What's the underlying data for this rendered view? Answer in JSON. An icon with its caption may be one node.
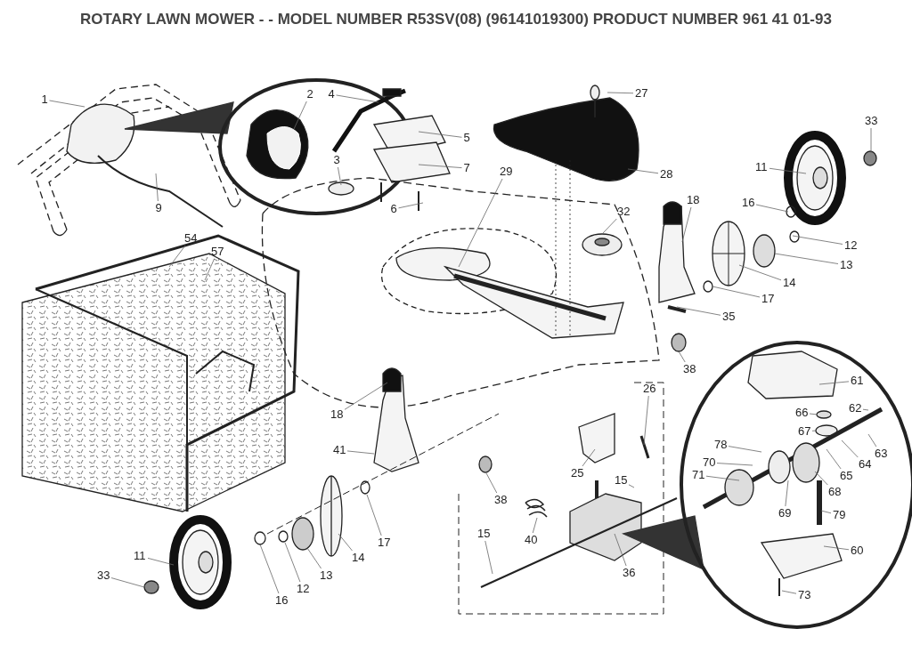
{
  "diagram": {
    "title": "ROTARY LAWN MOWER - - MODEL NUMBER  R53SV(08)  (96141019300) PRODUCT NUMBER 961 41 01-93",
    "nodes": [
      {
        "text": [
          "1"
        ]
      },
      {
        "text": [
          "2"
        ]
      },
      {
        "text": [
          "4"
        ]
      },
      {
        "text": [
          "27"
        ]
      },
      {
        "text": [
          "33"
        ]
      },
      {
        "text": [
          "5"
        ]
      },
      {
        "text": [
          "3"
        ]
      },
      {
        "text": [
          "9"
        ]
      },
      {
        "text": [
          "7"
        ]
      },
      {
        "text": [
          "28"
        ]
      },
      {
        "text": [
          "29"
        ]
      },
      {
        "text": [
          "11"
        ]
      },
      {
        "text": [
          "16"
        ]
      },
      {
        "text": [
          "6"
        ]
      },
      {
        "text": [
          "18"
        ]
      },
      {
        "text": [
          "32"
        ]
      },
      {
        "text": [
          "12"
        ]
      },
      {
        "text": [
          "54"
        ]
      },
      {
        "text": [
          "57"
        ]
      },
      {
        "text": [
          "13"
        ]
      },
      {
        "text": [
          "14"
        ]
      },
      {
        "text": [
          "17"
        ]
      },
      {
        "text": [
          "35"
        ]
      },
      {
        "text": [
          "38"
        ]
      },
      {
        "text": [
          "61"
        ]
      },
      {
        "text": [
          "66"
        ]
      },
      {
        "text": [
          "62"
        ]
      },
      {
        "text": [
          "67"
        ]
      },
      {
        "text": [
          "26"
        ]
      },
      {
        "text": [
          "18"
        ]
      },
      {
        "text": [
          "78"
        ]
      },
      {
        "text": [
          "63"
        ]
      },
      {
        "text": [
          "64"
        ]
      },
      {
        "text": [
          "65"
        ]
      },
      {
        "text": [
          "41"
        ]
      },
      {
        "text": [
          "70"
        ]
      },
      {
        "text": [
          "25"
        ]
      },
      {
        "text": [
          "15"
        ]
      },
      {
        "text": [
          "71"
        ]
      },
      {
        "text": [
          "68"
        ]
      },
      {
        "text": [
          "38"
        ]
      },
      {
        "text": [
          "69"
        ]
      },
      {
        "text": [
          "79"
        ]
      },
      {
        "text": [
          "40"
        ]
      },
      {
        "text": [
          "15"
        ]
      },
      {
        "text": [
          "60"
        ]
      },
      {
        "text": [
          "11"
        ]
      },
      {
        "text": [
          "17"
        ]
      },
      {
        "text": [
          "14"
        ]
      },
      {
        "text": [
          "12"
        ]
      },
      {
        "text": [
          "13"
        ]
      },
      {
        "text": [
          "16"
        ]
      },
      {
        "text": [
          "36"
        ]
      },
      {
        "text": [
          "33"
        ]
      },
      {
        "text": [
          "73"
        ]
      }
    ],
    "edges": [
      {
        "from": 0,
        "to": null,
        "arrow": "none"
      },
      {
        "from": 1,
        "to": null,
        "arrow": "none"
      },
      {
        "from": 2,
        "to": null,
        "arrow": "none"
      },
      {
        "from": 3,
        "to": null,
        "arrow": "none"
      },
      {
        "from": 4,
        "to": null,
        "arrow": "none"
      },
      {
        "from": 5,
        "to": null,
        "arrow": "none"
      },
      {
        "from": 6,
        "to": null,
        "arrow": "none"
      },
      {
        "from": 7,
        "to": null,
        "arrow": "none"
      },
      {
        "from": 8,
        "to": null,
        "arrow": "none"
      },
      {
        "from": 9,
        "to": null,
        "arrow": "none"
      },
      {
        "from": 10,
        "to": null,
        "arrow": "none"
      },
      {
        "from": 11,
        "to": null,
        "arrow": "none"
      },
      {
        "from": 12,
        "to": null,
        "arrow": "none"
      },
      {
        "from": 13,
        "to": null,
        "arrow": "none"
      },
      {
        "from": 14,
        "to": null,
        "arrow": "none"
      },
      {
        "from": 15,
        "to": null,
        "arrow": "none"
      },
      {
        "from": 16,
        "to": null,
        "arrow": "none"
      },
      {
        "from": 17,
        "to": null,
        "arrow": "none"
      },
      {
        "from": 18,
        "to": null,
        "arrow": "none"
      },
      {
        "from": 19,
        "to": null,
        "arrow": "none"
      },
      {
        "from": 20,
        "to": null,
        "arrow": "none"
      },
      {
        "from": 21,
        "to": null,
        "arrow": "none"
      },
      {
        "from": 22,
        "to": null,
        "arrow": "none"
      },
      {
        "from": 23,
        "to": null,
        "arrow": "none"
      },
      {
        "from": 24,
        "to": null,
        "arrow": "none"
      },
      {
        "from": 25,
        "to": null,
        "arrow": "none"
      },
      {
        "from": 26,
        "to": null,
        "arrow": "none"
      },
      {
        "from": 27,
        "to": null,
        "arrow": "none"
      },
      {
        "from": 28,
        "to": null,
        "arrow": "none"
      },
      {
        "from": 29,
        "to": null,
        "arrow": "none"
      },
      {
        "from": 30,
        "to": null,
        "arrow": "none"
      },
      {
        "from": 31,
        "to": null,
        "arrow": "none"
      },
      {
        "from": 32,
        "to": null,
        "arrow": "none"
      },
      {
        "from": 33,
        "to": null,
        "arrow": "none"
      },
      {
        "from": 34,
        "to": null,
        "arrow": "none"
      },
      {
        "from": 35,
        "to": null,
        "arrow": "none"
      },
      {
        "from": 36,
        "to": null,
        "arrow": "none"
      },
      {
        "from": 37,
        "to": null,
        "arrow": "none"
      },
      {
        "from": 38,
        "to": null,
        "arrow": "none"
      },
      {
        "from": 39,
        "to": null,
        "arrow": "none"
      },
      {
        "from": 40,
        "to": null,
        "arrow": "none"
      },
      {
        "from": 41,
        "to": null,
        "arrow": "none"
      },
      {
        "from": 42,
        "to": null,
        "arrow": "none"
      },
      {
        "from": 43,
        "to": null,
        "arrow": "none"
      },
      {
        "from": 44,
        "to": null,
        "arrow": "none"
      },
      {
        "from": 45,
        "to": null,
        "arrow": "none"
      },
      {
        "from": 46,
        "to": null,
        "arrow": "none"
      },
      {
        "from": 47,
        "to": null,
        "arrow": "none"
      },
      {
        "from": 48,
        "to": null,
        "arrow": "none"
      },
      {
        "from": 49,
        "to": null,
        "arrow": "none"
      },
      {
        "from": 50,
        "to": null,
        "arrow": "none"
      },
      {
        "from": 51,
        "to": null,
        "arrow": "none"
      },
      {
        "from": 52,
        "to": null,
        "arrow": "none"
      },
      {
        "from": 53,
        "to": null,
        "arrow": "none"
      },
      {
        "from": 54,
        "to": null,
        "arrow": "none"
      }
    ]
  }
}
